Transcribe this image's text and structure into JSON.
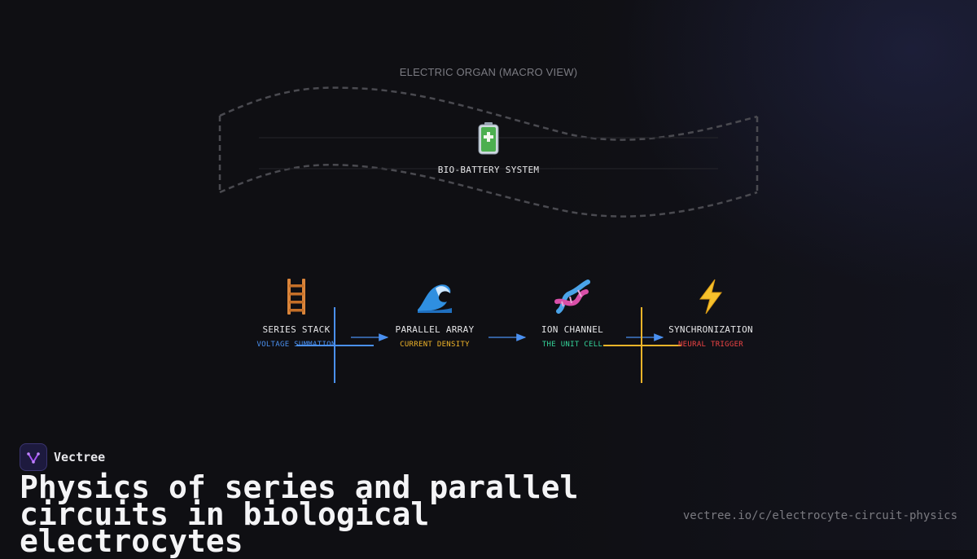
{
  "diagram": {
    "macro_title": "ELECTRIC ORGAN (MACRO VIEW)",
    "center_icon": "battery-icon",
    "center_label": "BIO-BATTERY SYSTEM",
    "stages": [
      {
        "icon": "ladder-icon",
        "label": "SERIES STACK",
        "sublabel": "VOLTAGE SUMMATION",
        "color": "#4a90f0"
      },
      {
        "icon": "wave-icon",
        "label": "PARALLEL ARRAY",
        "sublabel": "CURRENT DENSITY",
        "color": "#f0b429"
      },
      {
        "icon": "dna-icon",
        "label": "ION CHANNEL",
        "sublabel": "THE UNIT CELL",
        "color": "#34d399"
      },
      {
        "icon": "lightning-icon",
        "label": "SYNCHRONIZATION",
        "sublabel": "NEURAL TRIGGER",
        "color": "#ef4444"
      }
    ],
    "arrow_color": "#4a90f0",
    "crosshair_colors": [
      "#4a90f0",
      "#f0b429"
    ]
  },
  "brand": {
    "name": "Vectree",
    "logo": "vectree-logo-icon"
  },
  "title": "Physics of series and parallel circuits in biological electrocytes",
  "url": "vectree.io/c/electrocyte-circuit-physics"
}
